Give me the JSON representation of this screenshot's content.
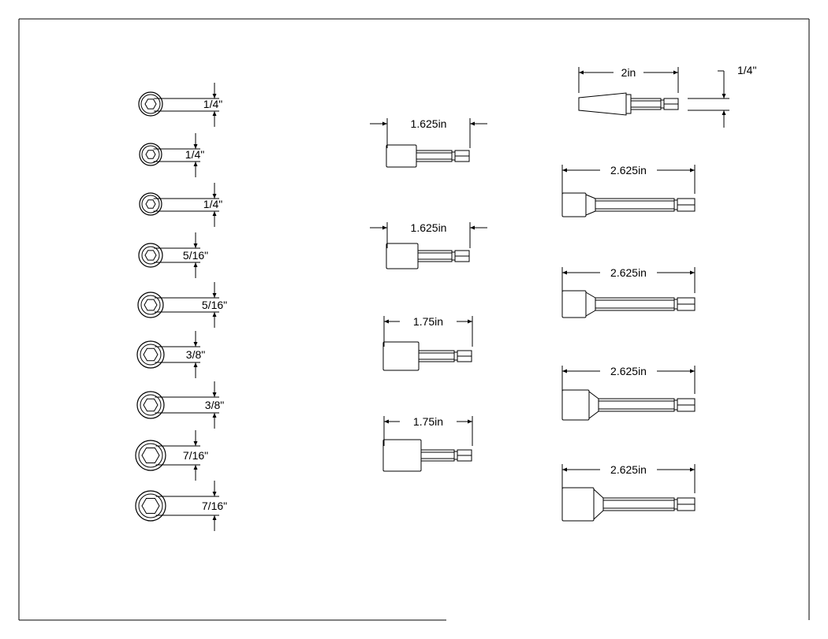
{
  "sockets_end_view": {
    "items": [
      {
        "size_label": "1/4\""
      },
      {
        "size_label": "1/4\""
      },
      {
        "size_label": "1/4\""
      },
      {
        "size_label": "5/16\""
      },
      {
        "size_label": "5/16\""
      },
      {
        "size_label": "3/8\""
      },
      {
        "size_label": "3/8\""
      },
      {
        "size_label": "7/16\""
      },
      {
        "size_label": "7/16\""
      }
    ]
  },
  "drivers_middle": {
    "items": [
      {
        "length_label": "1.625in"
      },
      {
        "length_label": "1.625in"
      },
      {
        "length_label": "1.75in"
      },
      {
        "length_label": "1.75in"
      }
    ]
  },
  "drivers_right": {
    "top_driver": {
      "length_label": "2in",
      "shank_label": "1/4\""
    },
    "items": [
      {
        "length_label": "2.625in"
      },
      {
        "length_label": "2.625in"
      },
      {
        "length_label": "2.625in"
      },
      {
        "length_label": "2.625in"
      }
    ]
  }
}
